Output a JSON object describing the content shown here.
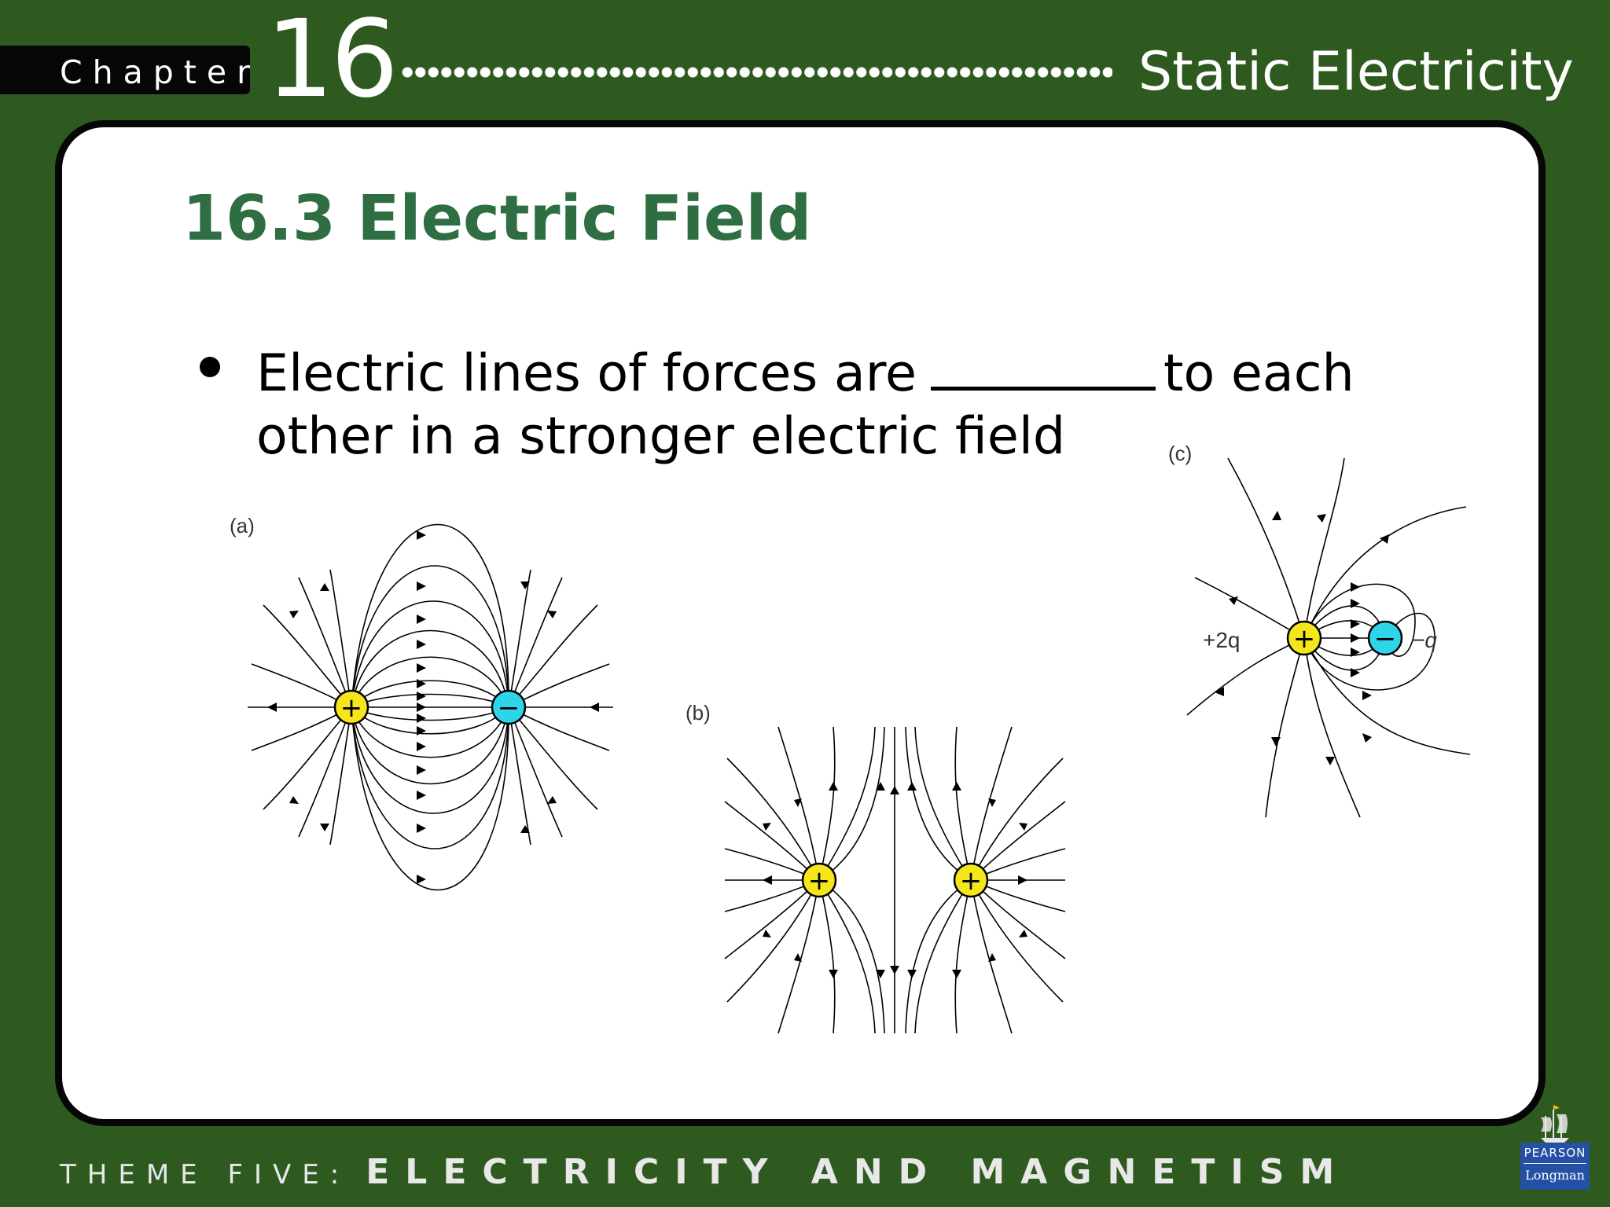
{
  "header": {
    "chapter_label": "Chapter",
    "chapter_number": "16",
    "chapter_title": "Static Electricity"
  },
  "section": {
    "heading": "16.3 Electric Field"
  },
  "bullet": {
    "text_before_blank": "Electric lines of forces are",
    "text_after_blank": "to each",
    "line_two": "other in a stronger electric field"
  },
  "diagrams": {
    "a": {
      "label": "(a)",
      "charges": [
        "+",
        "−"
      ]
    },
    "b": {
      "label": "(b)",
      "charges": [
        "+",
        "+"
      ]
    },
    "c": {
      "label": "(c)",
      "charge_left_label": "+2q",
      "charge_right_label": "−q",
      "charges": [
        "+",
        "−"
      ]
    }
  },
  "footer": {
    "theme_prefix": "THEME FIVE:",
    "theme_title": "ELECTRICITY AND MAGNETISM"
  },
  "publisher": {
    "line_one": "PEARSON",
    "line_two": "Longman"
  },
  "colors": {
    "background": "#2e5a1f",
    "heading": "#2e6e42",
    "positive_charge": "#f5e61c",
    "negative_charge": "#2ed4e8"
  }
}
